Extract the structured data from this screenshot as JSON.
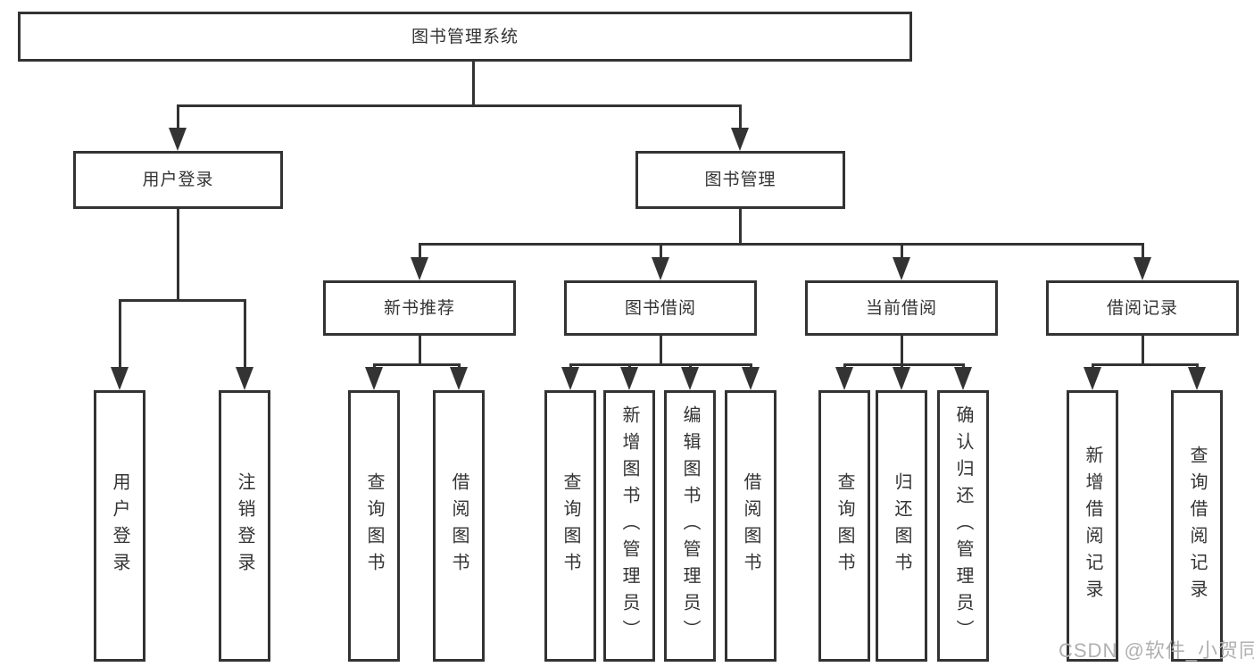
{
  "diagram": {
    "type": "hierarchy-tree",
    "line_color": "#333333",
    "nodes": {
      "root": {
        "label": "图书管理系统"
      },
      "user_login": {
        "label": "用户登录"
      },
      "book_mgmt": {
        "label": "图书管理"
      },
      "user_login_op": {
        "label": "用户登录"
      },
      "logout_op": {
        "label": "注销登录"
      },
      "new_books": {
        "label": "新书推荐"
      },
      "book_borrow": {
        "label": "图书借阅"
      },
      "current_borrow": {
        "label": "当前借阅"
      },
      "borrow_records": {
        "label": "借阅记录"
      },
      "nb_query_books": {
        "label": "查询图书"
      },
      "nb_borrow_books": {
        "label": "借阅图书"
      },
      "bb_query_books": {
        "label": "查询图书"
      },
      "bb_add_books": {
        "label": "新增图书（管理员）"
      },
      "bb_edit_books": {
        "label": "编辑图书（管理员）"
      },
      "bb_borrow_books": {
        "label": "借阅图书"
      },
      "cb_query_books": {
        "label": "查询图书"
      },
      "cb_return_books": {
        "label": "归还图书"
      },
      "cb_confirm_return": {
        "label": "确认归还（管理员）"
      },
      "br_add_record": {
        "label": "新增借阅记录"
      },
      "br_query_record": {
        "label": "查询借阅记录"
      }
    },
    "edges": {
      "root": [
        "user_login",
        "book_mgmt"
      ],
      "user_login": [
        "user_login_op",
        "logout_op"
      ],
      "book_mgmt": [
        "new_books",
        "book_borrow",
        "current_borrow",
        "borrow_records"
      ],
      "new_books": [
        "nb_query_books",
        "nb_borrow_books"
      ],
      "book_borrow": [
        "bb_query_books",
        "bb_add_books",
        "bb_edit_books",
        "bb_borrow_books"
      ],
      "current_borrow": [
        "cb_query_books",
        "cb_return_books",
        "cb_confirm_return"
      ],
      "borrow_records": [
        "br_add_record",
        "br_query_record"
      ]
    },
    "watermark": {
      "text": "CSDN @软件_小贺同学",
      "color": "#b0b0b0"
    }
  }
}
